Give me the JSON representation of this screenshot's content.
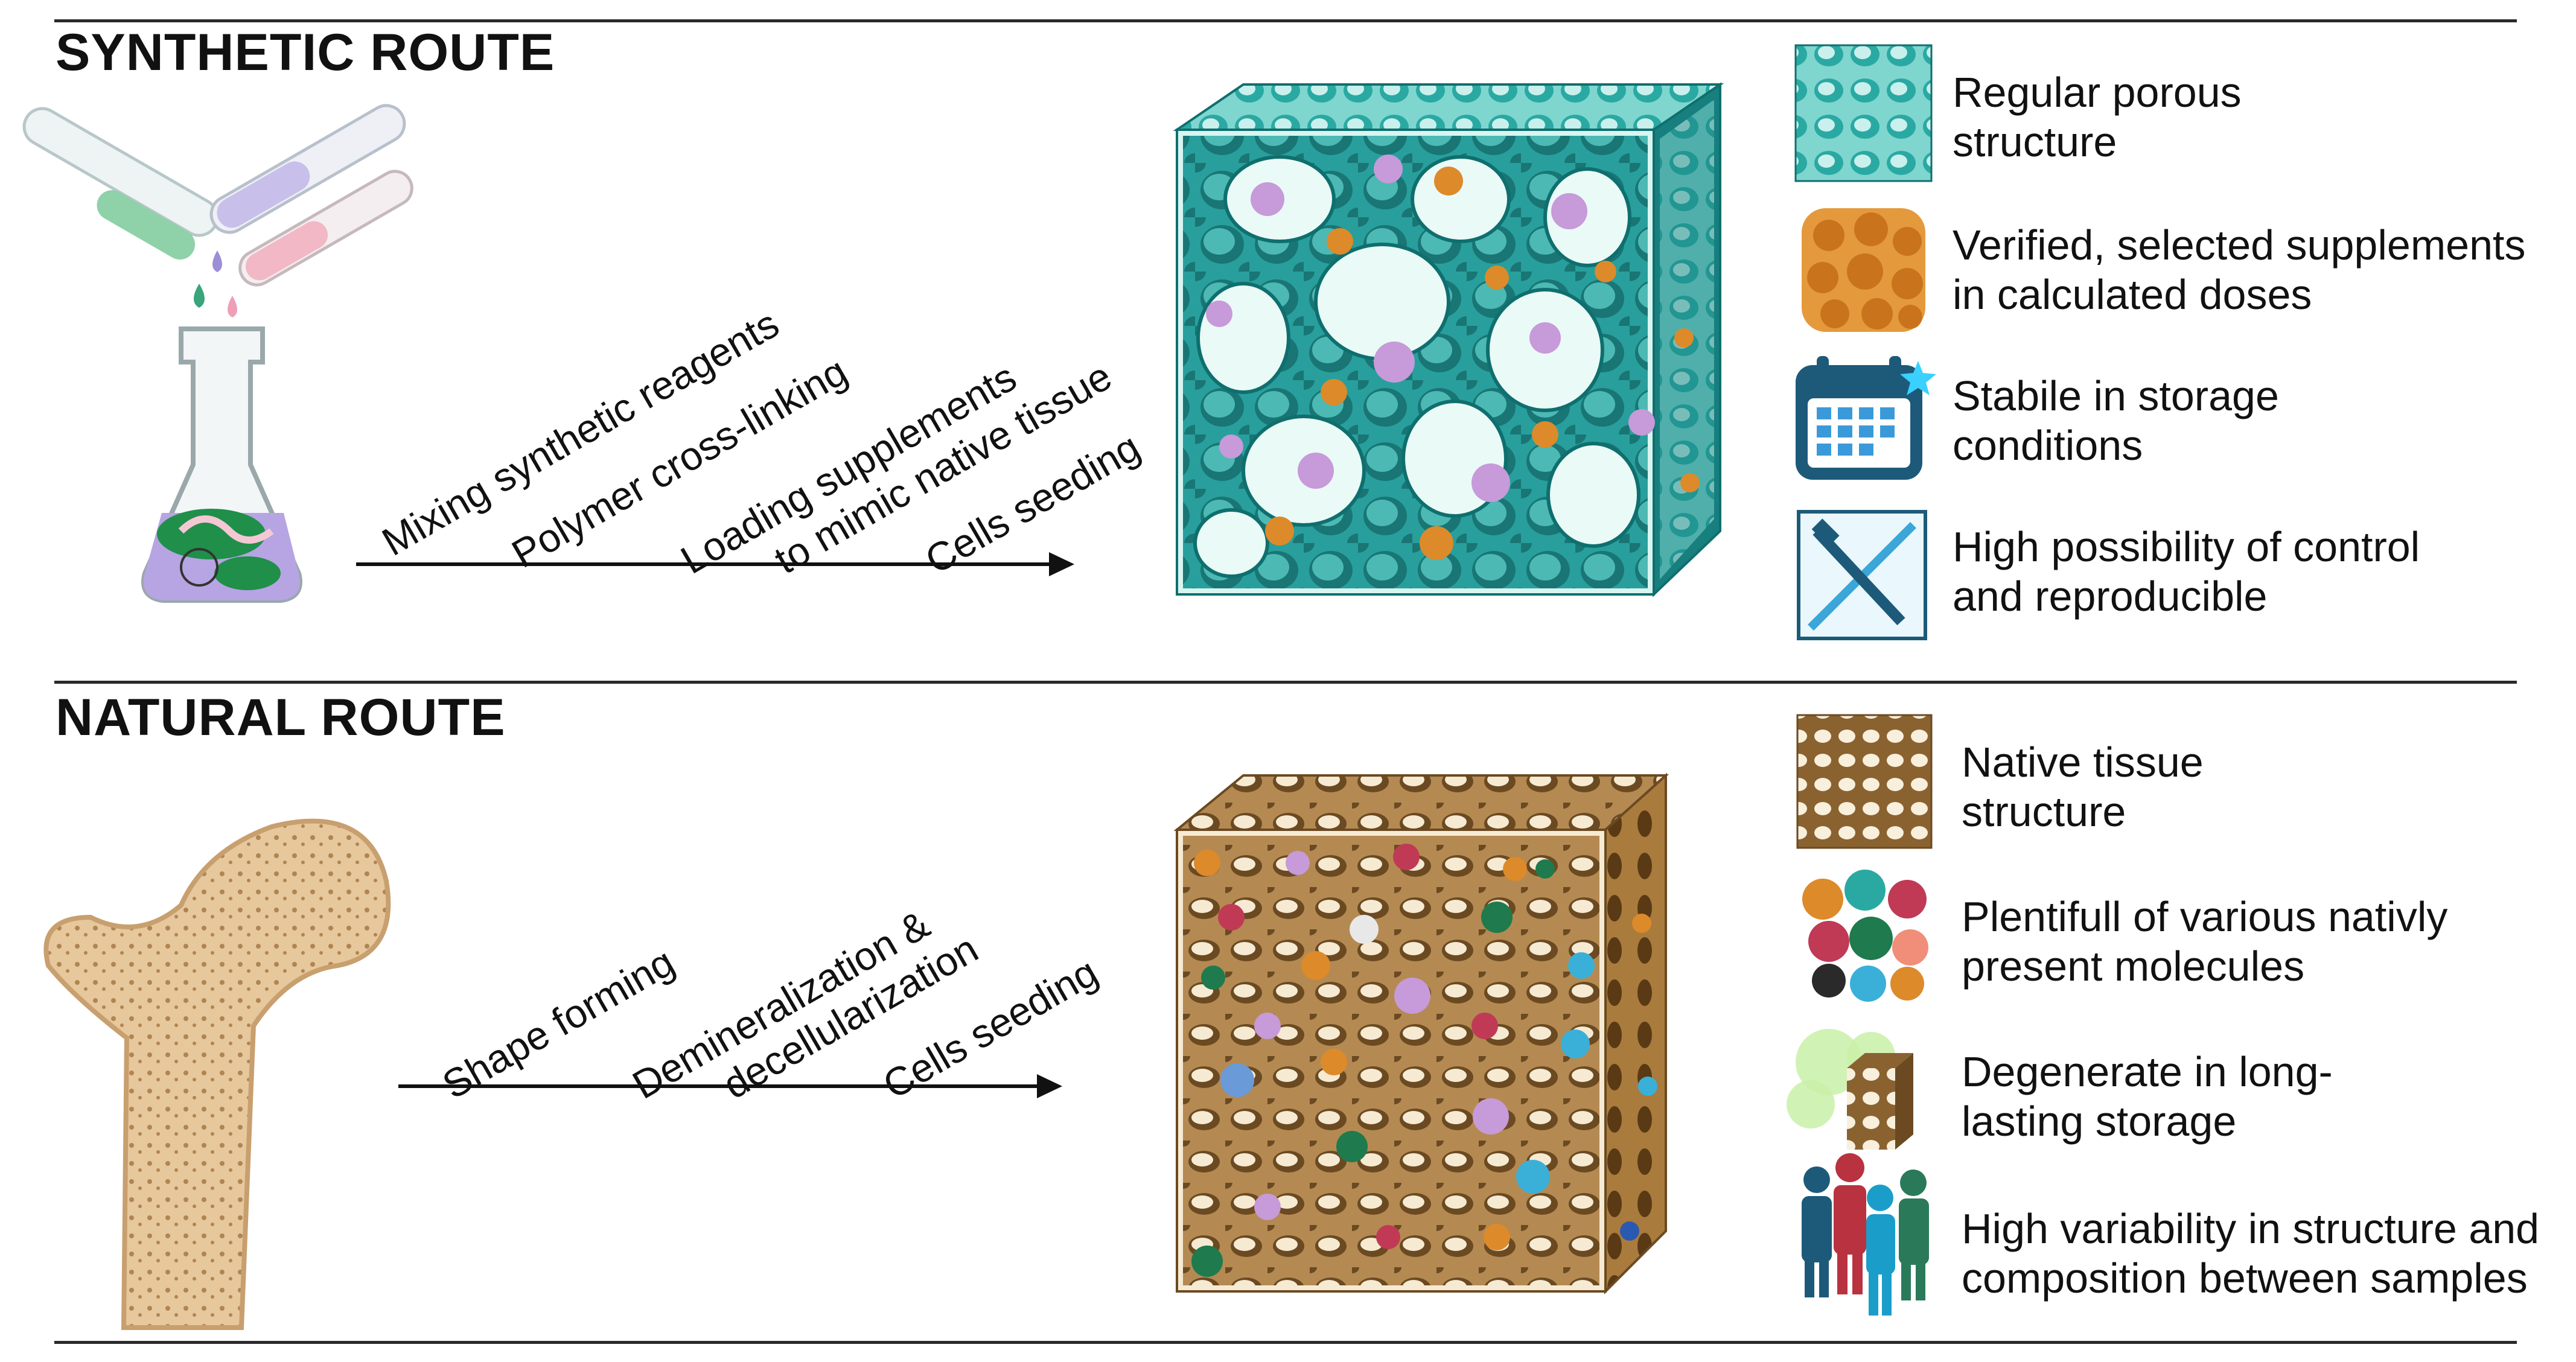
{
  "synthetic": {
    "title": "SYNTHETIC ROUTE",
    "steps": [
      "Mixing synthetic reagents",
      "Polymer cross-linking",
      "Loading supplements",
      "to mimic native tissue",
      "Cells seeding"
    ],
    "properties": [
      {
        "line1": "Regular porous",
        "line2": "structure",
        "icon": "porous-pattern-icon"
      },
      {
        "line1": "Verified, selected supplements",
        "line2": "in calculated doses",
        "icon": "supplement-cluster-icon"
      },
      {
        "line1": "Stabile in storage",
        "line2": "conditions",
        "icon": "calendar-icon"
      },
      {
        "line1": "High possibility of control",
        "line2": "and reproducible",
        "icon": "pipette-scalpel-icon"
      }
    ]
  },
  "natural": {
    "title": "NATURAL ROUTE",
    "steps": [
      "Shape forming",
      "Demineralization &",
      "decellularization",
      "Cells seeding"
    ],
    "properties": [
      {
        "line1": "Native tissue",
        "line2": "structure",
        "icon": "bone-pattern-icon"
      },
      {
        "line1": "Plentifull of various nativly",
        "line2": "present molecules",
        "icon": "molecule-cluster-icon"
      },
      {
        "line1": "Degenerate in long-",
        "line2": "lasting storage",
        "icon": "degrading-scaffold-icon"
      },
      {
        "line1": "High variability in structure and",
        "line2": "composition between samples",
        "icon": "people-group-icon"
      }
    ]
  },
  "colors": {
    "teal": "#1f9a98",
    "teal_light": "#c9f0ec",
    "bone": "#d9b98a",
    "bone_dark": "#8a6230",
    "supplement_orange": "#dd8a2a",
    "cell_purple": "#c79ad9",
    "icon_blue": "#1d5a7a"
  }
}
